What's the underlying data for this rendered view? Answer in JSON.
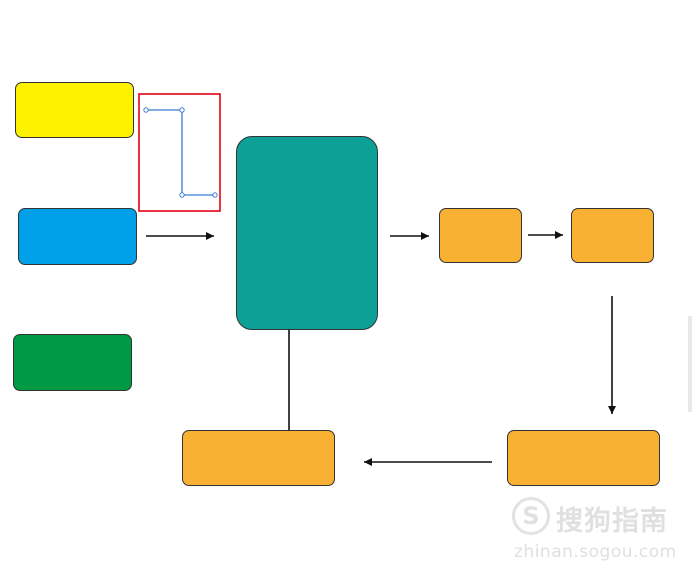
{
  "colors": {
    "yellow": "#fff200",
    "blue": "#00a0e9",
    "green": "#009944",
    "teal": "#0ca097",
    "orange": "#f8b133",
    "border": "#333333",
    "selection": "#e60012",
    "anchor_path": "#3a7bd5"
  },
  "watermark": {
    "logo": "S",
    "text": "搜狗指南",
    "url": "zhinan.sogou.com"
  }
}
